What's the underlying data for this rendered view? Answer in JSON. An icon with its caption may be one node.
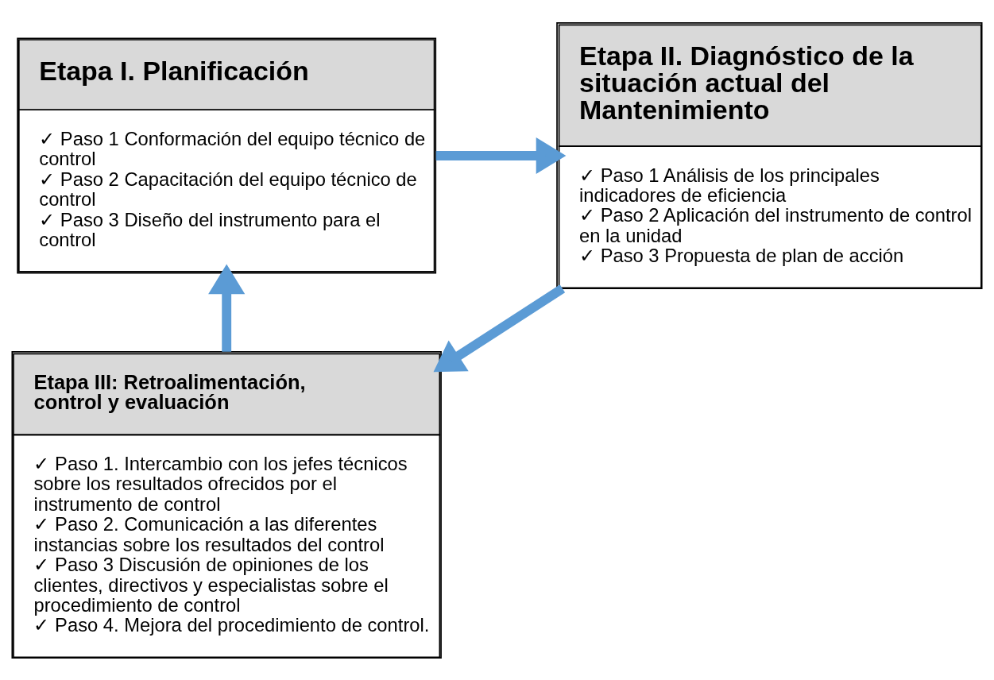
{
  "diagram": {
    "nodes": [
      {
        "text": [
          "Etapa I. Planificación",
          "✓ Paso 1 Conformación del equipo técnico de control",
          "✓ Paso 2 Capacitación del equipo técnico de control",
          "✓ Paso 3 Diseño del instrumento para el control"
        ]
      },
      {
        "text": [
          "Etapa II. Diagnóstico de la situación actual del Mantenimiento",
          "✓ Paso 1 Análisis de los principales indicadores de eficiencia",
          "✓ Paso 2 Aplicación del instrumento de control en la unidad",
          "✓ Paso 3 Propuesta de plan de acción"
        ]
      },
      {
        "text": [
          "Etapa III: Retroalimentación, control y evaluación",
          "✓ Paso 1. Intercambio con los jefes técnicos sobre los resultados ofrecidos por el instrumento de control",
          "✓ Paso 2. Comunicación a las diferentes instancias sobre los resultados del control",
          "✓ Paso 3 Discusión de opiniones de los clientes, directivos y especialistas sobre el procedimiento de control",
          "✓ Paso 4. Mejora del procedimiento de control."
        ]
      }
    ],
    "edges": [
      {
        "from": 0,
        "to": 1,
        "arrow": "to"
      },
      {
        "from": 1,
        "to": 2,
        "arrow": "to"
      },
      {
        "from": 2,
        "to": 0,
        "arrow": "to"
      }
    ]
  }
}
